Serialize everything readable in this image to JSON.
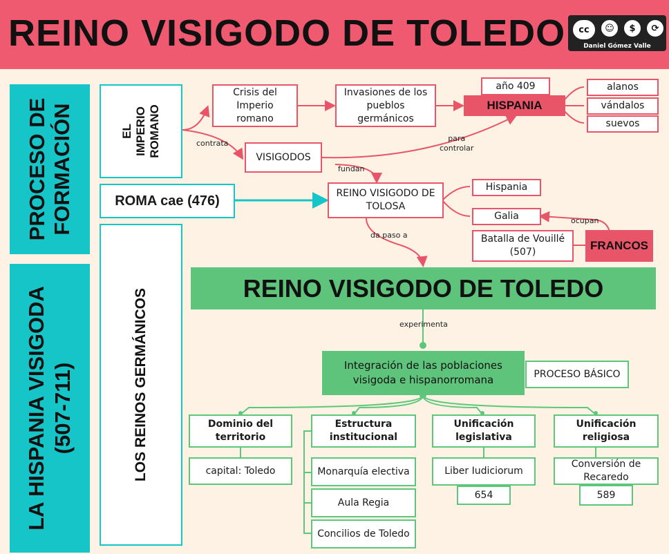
{
  "header": {
    "title": "REINO VISIGODO DE TOLEDO",
    "license": {
      "icons": [
        "cc-icon",
        "by-icon",
        "nc-icon",
        "sa-icon"
      ],
      "cc_text": "cc",
      "author": "Daniel Gómez Valle"
    }
  },
  "sidebar": {
    "top": "PROCESO DE FORMACIÓN",
    "bottom_line1": "LA HISPANIA VISIGODA",
    "bottom_line2": "(507-711)"
  },
  "formation": {
    "imperio_line1": "EL",
    "imperio_line2": "IMPERIO",
    "imperio_line3": "ROMANO",
    "crisis": "Crisis del Imperio romano",
    "invasiones": "Invasiones de los pueblos germánicos",
    "ano": "año 409",
    "hispania": "HISPANIA",
    "alanos": "alanos",
    "vandalos": "vándalos",
    "suevos": "suevos",
    "contrata": "contrata",
    "visigodos": "VISIGODOS",
    "para_line1": "para",
    "para_line2": "controlar",
    "fundan": "fundan",
    "roma": "ROMA cae (476)",
    "tolosa": "REINO VISIGODO DE TOLOSA",
    "tolosa_hispania": "Hispania",
    "galia": "Galia",
    "ocupan": "ocupan",
    "francos": "FRANCOS",
    "vouille": "Batalla de Vouillé (507)",
    "da_paso": "da paso a"
  },
  "germanicos": "LOS REINOS GERMÁNICOS",
  "toledo": {
    "title": "REINO VISIGODO DE TOLEDO",
    "experimenta": "experimenta",
    "integracion": "Integración de las poblaciones visigoda e hispanorromana",
    "proceso": "PROCESO BÁSICO",
    "branches": [
      {
        "title": "Dominio del territorio",
        "items": [
          "capital: Toledo"
        ]
      },
      {
        "title": "Estructura institucional",
        "items": [
          "Monarquía electiva",
          "Aula Regia",
          "Concilios de Toledo"
        ]
      },
      {
        "title": "Unificación legislativa",
        "items": [
          "Liber Iudiciorum",
          "654"
        ]
      },
      {
        "title": "Unificación religiosa",
        "items": [
          "Conversión de Recaredo",
          "589"
        ]
      }
    ]
  },
  "colors": {
    "header": "#ef5a70",
    "sidebar": "#15c5c8",
    "red": "#e85468",
    "green": "#5ec37b",
    "background": "#fdf2e4"
  }
}
